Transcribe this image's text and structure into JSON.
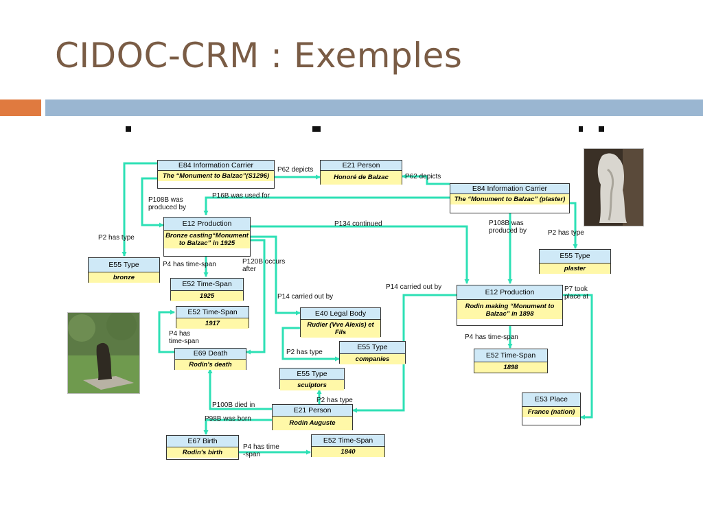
{
  "slide": {
    "title": "CIDOC-CRM : Exemples"
  },
  "nodes": {
    "n1": {
      "type": "E84 Information Carrier",
      "value": "The “Monument to Balzac”(S1296)"
    },
    "n2": {
      "type": "E21 Person",
      "value": "Honoré de Balzac"
    },
    "n3": {
      "type": "E84 Information Carrier",
      "value": "The “Monument to Balzac” (plaster)"
    },
    "n4": {
      "type": "E12 Production",
      "value": "Bronze casting“Monument to Balzac” in 1925"
    },
    "n5": {
      "type": "E55 Type",
      "value": "bronze"
    },
    "n6": {
      "type": "E52 Time-Span",
      "value": "1925"
    },
    "n7": {
      "type": "E55 Type",
      "value": "plaster"
    },
    "n8": {
      "type": "E12 Production",
      "value": "Rodin making “Monument to Balzac” in 1898"
    },
    "n9": {
      "type": "E52 Time-Span",
      "value": "1917"
    },
    "n10": {
      "type": "E40 Legal Body",
      "value": "Rudier (Vve Alexis) et Fils"
    },
    "n11": {
      "type": "E69 Death",
      "value": "Rodin's death"
    },
    "n12": {
      "type": "E55 Type",
      "value": "companies"
    },
    "n13": {
      "type": "E52 Time-Span",
      "value": "1898"
    },
    "n14": {
      "type": "E55 Type",
      "value": "sculptors"
    },
    "n15": {
      "type": "E53 Place",
      "value": "France (nation)"
    },
    "n16": {
      "type": "E21 Person",
      "value": "Rodin Auguste"
    },
    "n17": {
      "type": "E67 Birth",
      "value": "Rodin's birth"
    },
    "n18": {
      "type": "E52 Time-Span",
      "value": "1840"
    }
  },
  "edge_labels": {
    "p62a": "P62 depicts",
    "p62b": "P62 depicts",
    "p108a": "P108B  was\nproduced by",
    "p16b": "P16B  was used for",
    "p2a": "P2 has type",
    "p134": "P134 continued",
    "p108b": "P108B  was\nproduced by",
    "p2b": "P2 has type",
    "p4a": "P4 has time-span",
    "p120": "P120B occurs\nafter",
    "p14a": "P14 carried out by",
    "p14b": "P14 carried out  by",
    "p7": "P7 took\nplace at",
    "p4b": "P4 has\ntime-span",
    "p2c": "P2 has type",
    "p4c": "P4 has time-span",
    "p2d": "P2 has type",
    "p100": "P100B died in",
    "p98": "P98B was born",
    "p4d": "P4 has time\n-span"
  },
  "colors": {
    "arrow": "#2de0b5",
    "header": "#cfe9f7",
    "body": "#fff8a8",
    "title": "#7a5c45",
    "accent_orange": "#e07a3f",
    "accent_blue": "#9ab6d1"
  }
}
